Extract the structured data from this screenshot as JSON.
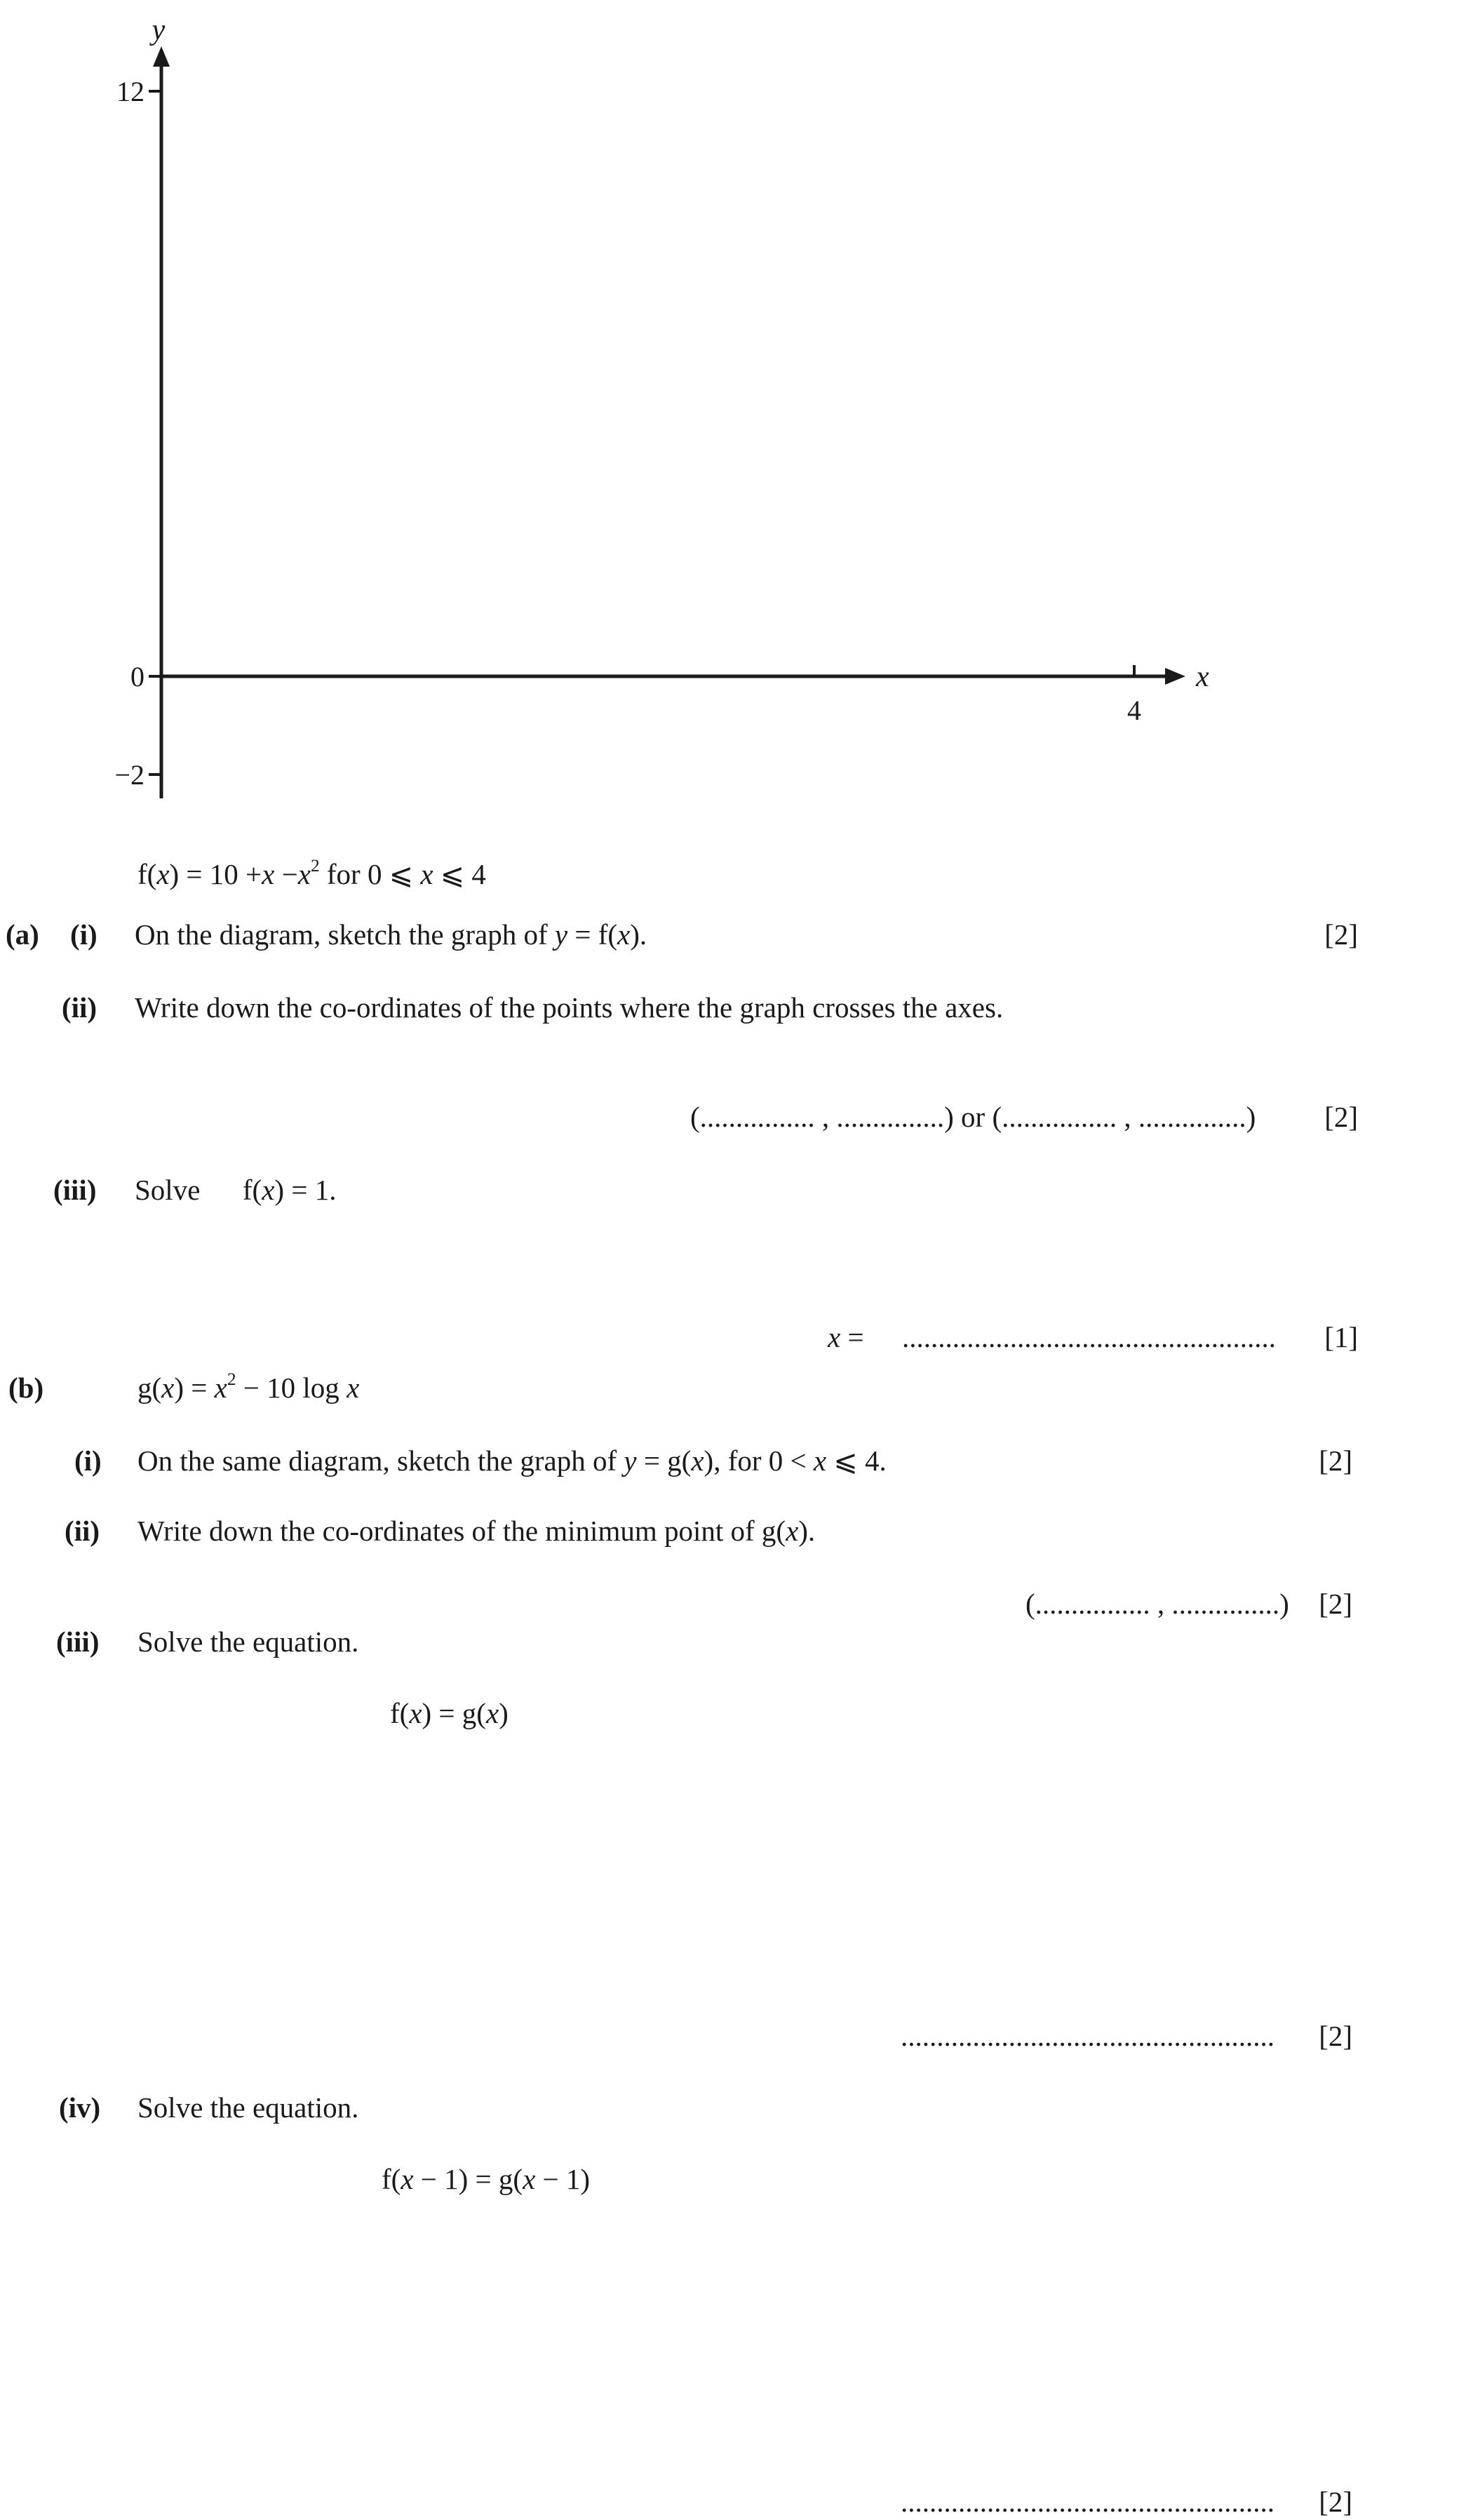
{
  "graph": {
    "y_axis_label": "y",
    "x_axis_label": "x",
    "y_ticks": [
      "12",
      "0",
      "−2"
    ],
    "x_ticks": [
      "4"
    ]
  },
  "function_f": {
    "lhs": "f(",
    "var": "x",
    "mid": ") = 10 +",
    "x1": "x",
    "minus": " −",
    "x2": "x",
    "exp": "2",
    "domain_a": " for 0 ⩽",
    "domain_var": " x",
    "domain_b": " ⩽ 4"
  },
  "part_a": {
    "label": "(a)",
    "i": {
      "label": "(i)",
      "text_a": "On the diagram, sketch the graph of",
      "text_y": "y",
      "text_b": "= f(",
      "text_x": "x",
      "text_c": ").",
      "marks": "[2]"
    },
    "ii": {
      "label": "(ii)",
      "text": "Write down the co-ordinates of the points where the graph crosses the axes.",
      "answer": "(................ , ...............) or (................ , ...............)",
      "marks": "[2]"
    },
    "iii": {
      "label": "(iii)",
      "text_a": "Solve",
      "text_b": "f(",
      "text_x": "x",
      "text_c": ") = 1.",
      "answer_var": "x",
      "answer_eq": "=",
      "answer_dots": "....................................................",
      "marks": "[1]"
    }
  },
  "part_b": {
    "label": "(b)",
    "func_a": "g(",
    "func_x": "x",
    "func_b": ") =",
    "func_x2": "x",
    "func_exp": "2",
    "func_c": " − 10 log",
    "func_x3": "x",
    "i": {
      "label": "(i)",
      "text_a": "On the same diagram, sketch the graph of",
      "text_y": "y",
      "text_b": "= g(",
      "text_x": "x",
      "text_c": "), for 0 <",
      "text_x2": "x",
      "text_d": "⩽ 4.",
      "marks": "[2]"
    },
    "ii": {
      "label": "(ii)",
      "text_a": "Write down the co-ordinates of the minimum point of g(",
      "text_x": "x",
      "text_b": ").",
      "answer": "(................ , ...............)",
      "marks": "[2]"
    },
    "iii": {
      "label": "(iii)",
      "text": "Solve the equation.",
      "eq_a": "f(",
      "eq_x": "x",
      "eq_b": ") = g(",
      "eq_x2": "x",
      "eq_c": ")",
      "answer_dots": "....................................................",
      "marks": "[2]"
    },
    "iv": {
      "label": "(iv)",
      "text": "Solve the equation.",
      "eq_a": "f(",
      "eq_x": "x",
      "eq_b": " − 1) = g(",
      "eq_x2": "x",
      "eq_c": " − 1)",
      "answer_dots": "....................................................",
      "marks": "[2]"
    }
  }
}
